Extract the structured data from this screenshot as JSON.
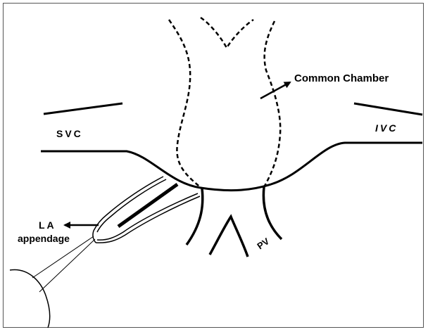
{
  "diagram": {
    "labels": {
      "common_chamber": "Common Chamber",
      "svc": "SVC",
      "ivc": "IVC",
      "la": "LA",
      "appendage": "appendage",
      "pv": "PV"
    },
    "colors": {
      "stroke": "#000000",
      "background": "#ffffff",
      "frame": "#555555"
    }
  }
}
